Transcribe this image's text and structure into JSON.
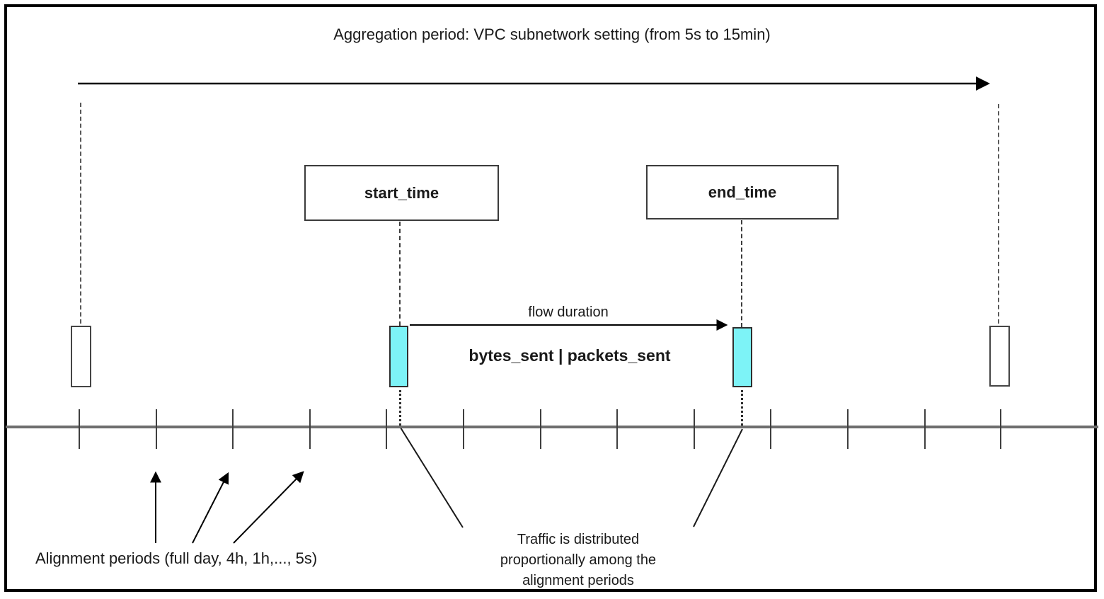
{
  "diagram": {
    "title": "Aggregation period: VPC subnetwork setting (from 5s to 15min)",
    "start_box_label": "start_time",
    "end_box_label": "end_time",
    "flow_duration_label": "flow duration",
    "metrics_label": "bytes_sent | packets_sent",
    "alignment_label": "Alignment periods (full day, 4h, 1h,..., 5s)",
    "traffic_note": {
      "line1": "Traffic is distributed",
      "line2": "proportionally among the",
      "line3": "alignment periods"
    },
    "colors": {
      "interval_fill": "#7df3f7",
      "line": "#000000",
      "timeline": "#6e6e6e",
      "box_border": "#3b3b3b"
    },
    "timeline": {
      "tick_count": 13,
      "tick_positions": [
        111,
        220,
        328,
        437,
        545,
        654,
        763,
        871,
        980,
        1088,
        1197,
        1306,
        1413
      ]
    }
  }
}
